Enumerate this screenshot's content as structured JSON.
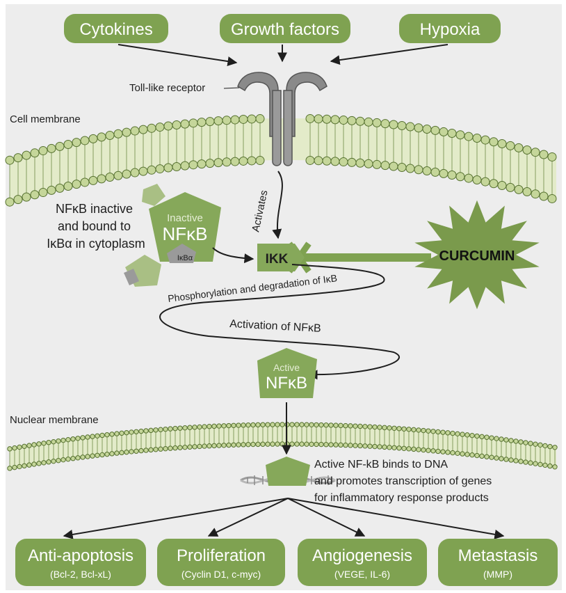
{
  "inputs": [
    {
      "label": "Cytokines"
    },
    {
      "label": "Growth factors"
    },
    {
      "label": "Hypoxia"
    }
  ],
  "labels": {
    "receptor": "Toll-like receptor",
    "cell_membrane": "Cell membrane",
    "activates": "Activates",
    "nfkb_inactive_desc": [
      "NFκB inactive",
      "and bound to",
      "IκBα in cytoplasm"
    ],
    "inactive_top": "Inactive",
    "inactive_main": "NFκB",
    "ikba": "IκBα",
    "ikk": "IKK",
    "curcumin": "CURCUMIN",
    "phosphorylation": "Phosphorylation and degradation of IκB",
    "activation": "Activation of NFκB",
    "active_top": "Active",
    "active_main": "NFκB",
    "nuclear_membrane": "Nuclear membrane",
    "dna_binding": [
      "Active NF-kB binds to DNA",
      "and promotes transcription of genes",
      "for inflammatory response products"
    ]
  },
  "outcomes": [
    {
      "title": "Anti-apoptosis",
      "sub": "(Bcl-2, Bcl-xL)"
    },
    {
      "title": "Proliferation",
      "sub": "(Cyclin D1, c-myc)"
    },
    {
      "title": "Angiogenesis",
      "sub": "(VEGE, IL-6)"
    },
    {
      "title": "Metastasis",
      "sub": "(MMP)"
    }
  ],
  "colors": {
    "panel": "#ededed",
    "pill": "#7fa251",
    "green": "#86a85a",
    "green_light": "#a9bf84",
    "lipid_head": "#c5d69a",
    "lipid_band": "#e3ebc9",
    "receptor": "#8a8a8a",
    "curcumin": "#7a9a4c"
  }
}
